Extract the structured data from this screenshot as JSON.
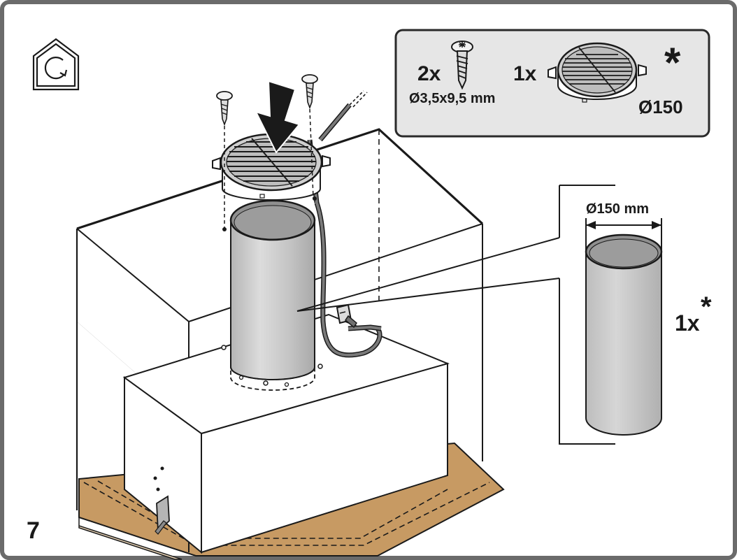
{
  "step_number": "7",
  "parts_box": {
    "screw_qty": "2x",
    "screw_size": "Ø3,5x9,5 mm",
    "flange_qty": "1x",
    "flange_diameter": "Ø150",
    "optional_mark": "*"
  },
  "duct_detail": {
    "diameter_label": "Ø150 mm",
    "qty": "1x",
    "optional_mark": "*"
  },
  "icons": [
    "house-rotate-icon",
    "screw-icon",
    "flange-icon",
    "arrow-down-icon"
  ],
  "colors": {
    "frame_border": "#6b6b6b",
    "parts_box_fill": "#e6e6e6",
    "duct_fill": "#c8c8c8",
    "board_fill": "#c79a63",
    "cable": "#6f6f6f",
    "ink": "#1a1a1a"
  }
}
